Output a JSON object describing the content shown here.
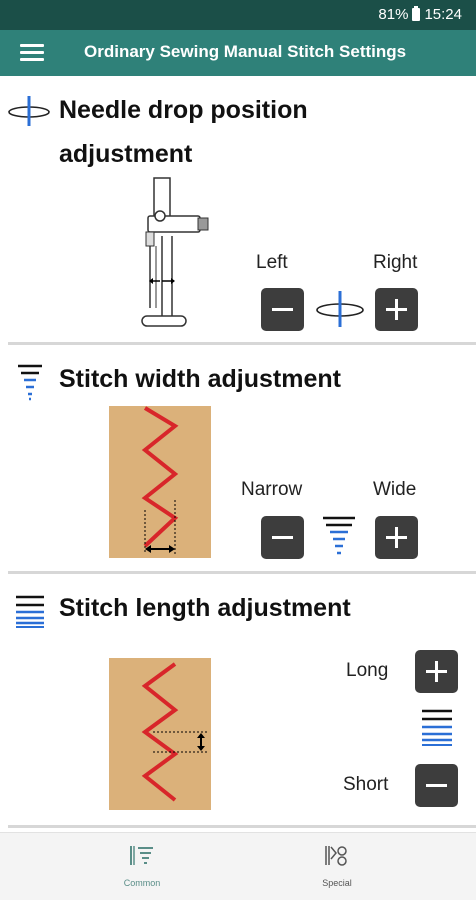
{
  "status": {
    "battery": "81%",
    "time": "15:24"
  },
  "app_bar": {
    "title": "Ordinary Sewing  Manual Stitch Settings",
    "menu_icon": "hamburger-menu-icon"
  },
  "needle_section": {
    "title_line1": "Needle drop position",
    "title_line2": "adjustment",
    "left_label": "Left",
    "right_label": "Right",
    "decrease_icon": "minus-icon",
    "increase_icon": "plus-icon",
    "indicator_icon": "needle-position-icon"
  },
  "width_section": {
    "title": "Stitch width adjustment",
    "narrow_label": "Narrow",
    "wide_label": "Wide",
    "decrease_icon": "minus-icon",
    "increase_icon": "plus-icon",
    "indicator_icon": "stitch-width-icon"
  },
  "length_section": {
    "title": "Stitch length adjustment",
    "long_label": "Long",
    "short_label": "Short",
    "increase_icon": "plus-icon",
    "decrease_icon": "minus-icon",
    "indicator_icon": "stitch-length-icon"
  },
  "bottom_nav": {
    "items": [
      {
        "label": "Common",
        "icon": "common-stitch-icon"
      },
      {
        "label": "Special",
        "icon": "special-stitch-icon"
      }
    ]
  },
  "colors": {
    "status_bar": "#1b4f48",
    "app_bar": "#2f8179",
    "button": "#3d3d3d",
    "accent_blue": "#2b6fd6",
    "stitch_red": "#d8262a",
    "fabric": "#dbb17a"
  }
}
